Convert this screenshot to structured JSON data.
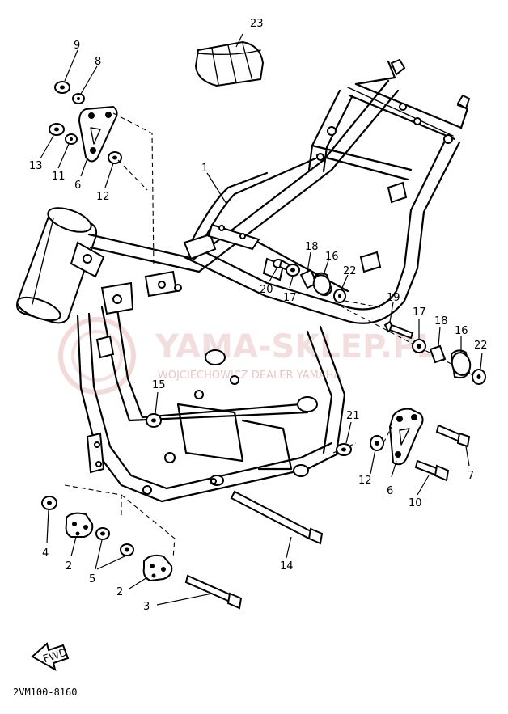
{
  "diagram": {
    "code": "2VM100-8160",
    "fwd_label": "FWD",
    "watermark": {
      "main": "YAMA-SKLEP.PL",
      "sub": "WOJCIECHOWICZ DEALER YAMAHA"
    },
    "callouts": {
      "c1": "1",
      "c2a": "2",
      "c2b": "2",
      "c3": "3",
      "c4": "4",
      "c5": "5",
      "c6a": "6",
      "c6b": "6",
      "c7": "7",
      "c8": "8",
      "c9": "9",
      "c10": "10",
      "c11": "11",
      "c12a": "12",
      "c12b": "12",
      "c13": "13",
      "c14": "14",
      "c15": "15",
      "c16a": "16",
      "c16b": "16",
      "c17a": "17",
      "c17b": "17",
      "c18a": "18",
      "c18b": "18",
      "c19": "19",
      "c20": "20",
      "c21": "21",
      "c22a": "22",
      "c22b": "22",
      "c23": "23"
    }
  }
}
